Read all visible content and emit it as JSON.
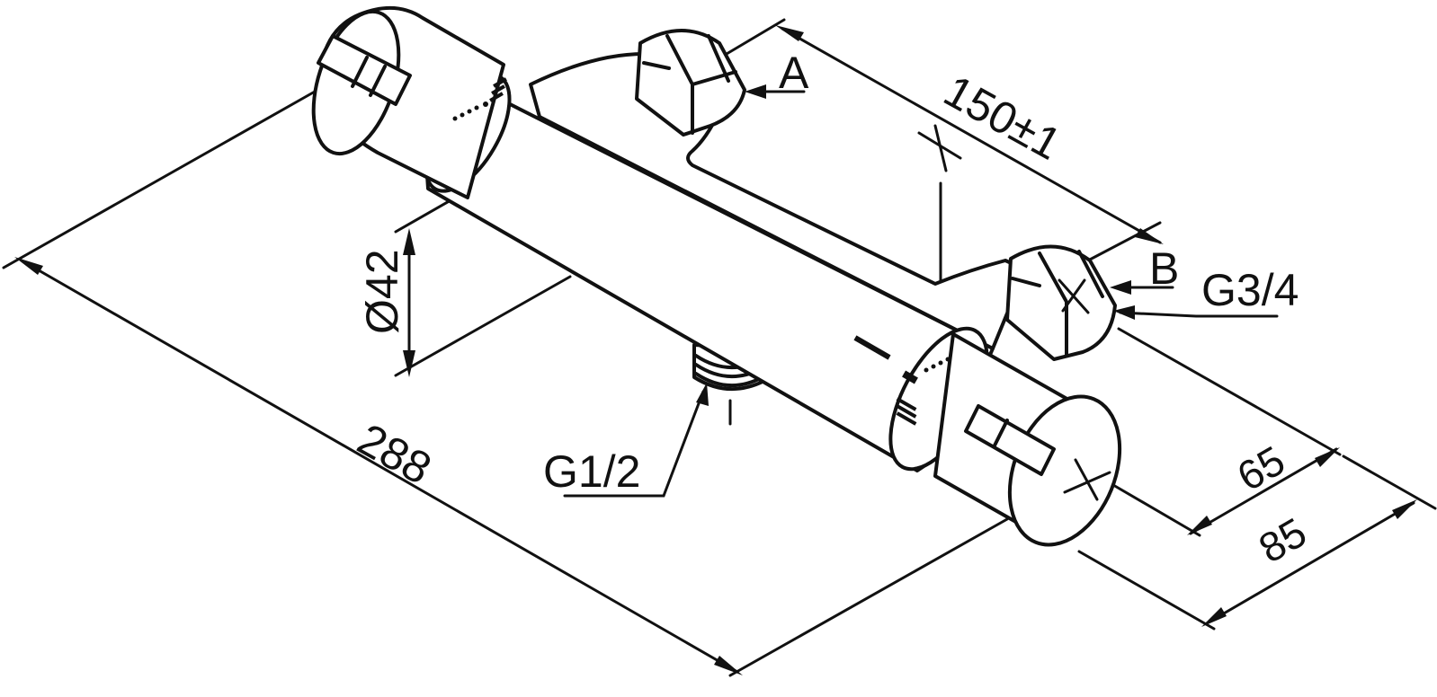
{
  "labels": {
    "connection_a": "A",
    "connection_b": "B",
    "center_distance": "150±1",
    "diameter": "Ø42",
    "length": "288",
    "inlet_thread": "G1/2",
    "outlet_thread": "G3/4",
    "depth_inner": "65",
    "depth_outer": "85"
  },
  "colors": {
    "line": "#111111",
    "background": "#ffffff"
  }
}
